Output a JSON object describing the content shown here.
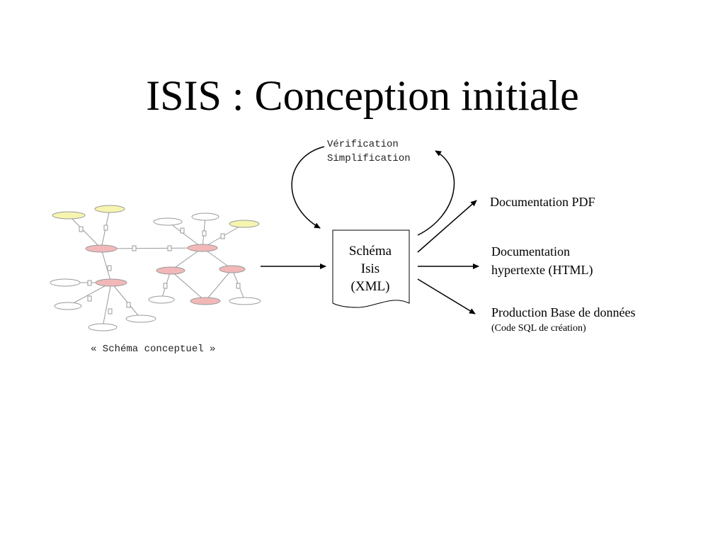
{
  "slide": {
    "title": "ISIS : Conception initiale",
    "loop_label_line1": "Vérification",
    "loop_label_line2": "Simplification",
    "schema_caption": "« Schéma conceptuel »",
    "xml_doc": {
      "line1": "Schéma",
      "line2": "Isis",
      "line3": "(XML)"
    },
    "outputs": {
      "pdf": "Documentation PDF",
      "html_line1": "Documentation",
      "html_line2": "hypertexte (HTML)",
      "db": "Production Base de données",
      "db_sub": "(Code SQL de création)"
    }
  },
  "colors": {
    "entity_red": "#f2b8b8",
    "attr_yellow": "#f5f5b0",
    "line_gray": "#9a9a9a",
    "arrow": "#000000"
  }
}
